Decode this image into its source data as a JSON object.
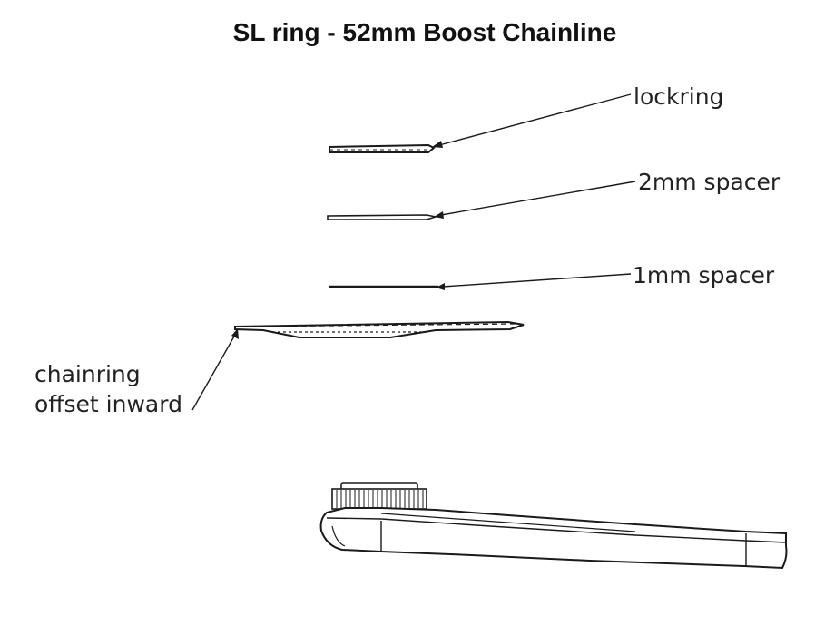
{
  "diagram": {
    "title": "SL ring - 52mm Boost Chainline",
    "labels": {
      "lockring": "lockring",
      "spacer_2mm": "2mm spacer",
      "spacer_1mm": "1mm spacer",
      "chainring_line1": "chainring",
      "chainring_line2": "offset inward"
    },
    "colors": {
      "line": "#1a1a1a",
      "text": "#222222",
      "background": "#ffffff"
    }
  }
}
